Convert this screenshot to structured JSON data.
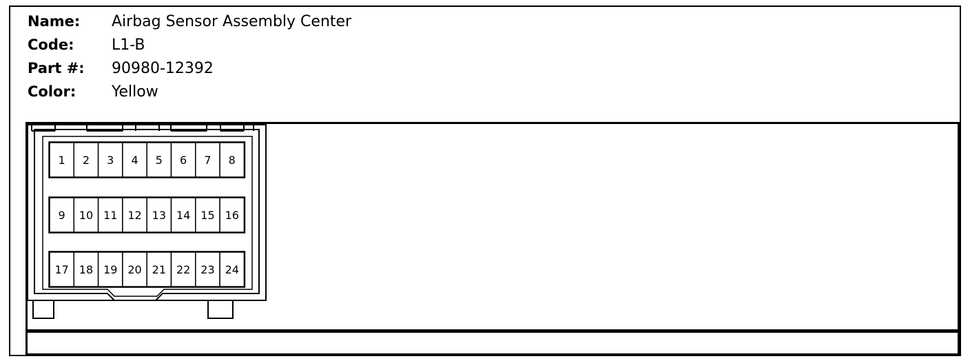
{
  "info": {
    "name_label": "Name:",
    "name_value": "Airbag Sensor Assembly Center",
    "code_label": "Code:",
    "code_value": "L1-B",
    "part_label": "Part #:",
    "part_value": "90980-12392",
    "color_label": "Color:",
    "color_value": "Yellow"
  },
  "connector": {
    "rows": [
      [
        "1",
        "2",
        "3",
        "4",
        "5",
        "6",
        "7",
        "8"
      ],
      [
        "9",
        "10",
        "11",
        "12",
        "13",
        "14",
        "15",
        "16"
      ],
      [
        "17",
        "18",
        "19",
        "20",
        "21",
        "22",
        "23",
        "24"
      ]
    ]
  }
}
